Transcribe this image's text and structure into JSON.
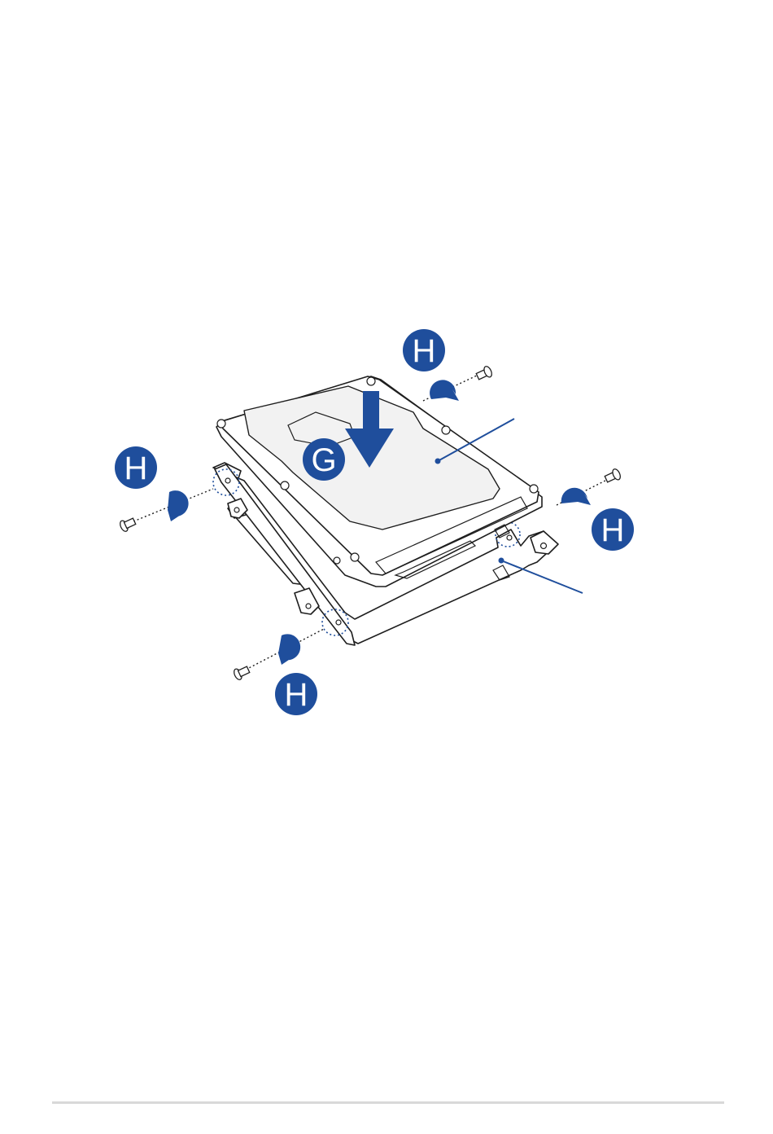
{
  "colors": {
    "callout_fill": "#1f4e9c",
    "callout_text": "#ffffff",
    "arrow": "#1f4e9c",
    "line_art": "#1e1e1e",
    "drive_platter_shade": "#f2f2f2",
    "footer_rule": "#d9d9d9"
  },
  "callouts": {
    "insert_drive": "G",
    "screw_top_right": "H",
    "screw_left": "H",
    "screw_right": "H",
    "screw_bottom": "H"
  },
  "icons": [
    "down-arrow-icon",
    "rotate-arrow-icon",
    "screw-icon"
  ]
}
